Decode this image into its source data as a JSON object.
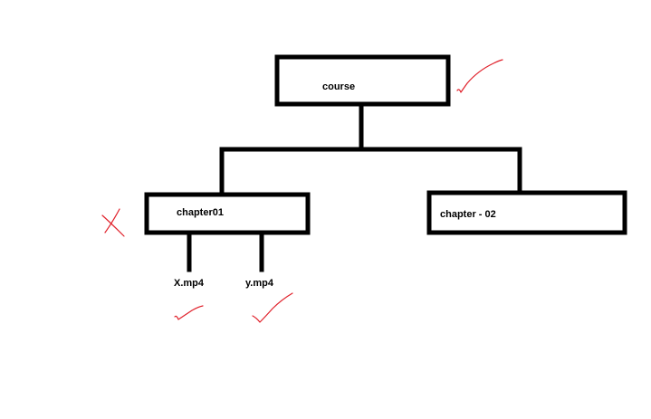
{
  "nodes": {
    "root": {
      "label": "course",
      "mark": "check"
    },
    "chapter01": {
      "label": "chapter01",
      "mark": "cross"
    },
    "chapter02": {
      "label": "chapter - 02"
    }
  },
  "files": {
    "x_mp4": {
      "label": "X.mp4",
      "mark": "check"
    },
    "y_mp4": {
      "label": "y.mp4",
      "mark": "check"
    }
  },
  "colors": {
    "ink": "#000000",
    "annotation": "#e0202a",
    "background": "#ffffff"
  },
  "icons": {
    "check": "checkmark-icon",
    "cross": "cross-icon"
  }
}
